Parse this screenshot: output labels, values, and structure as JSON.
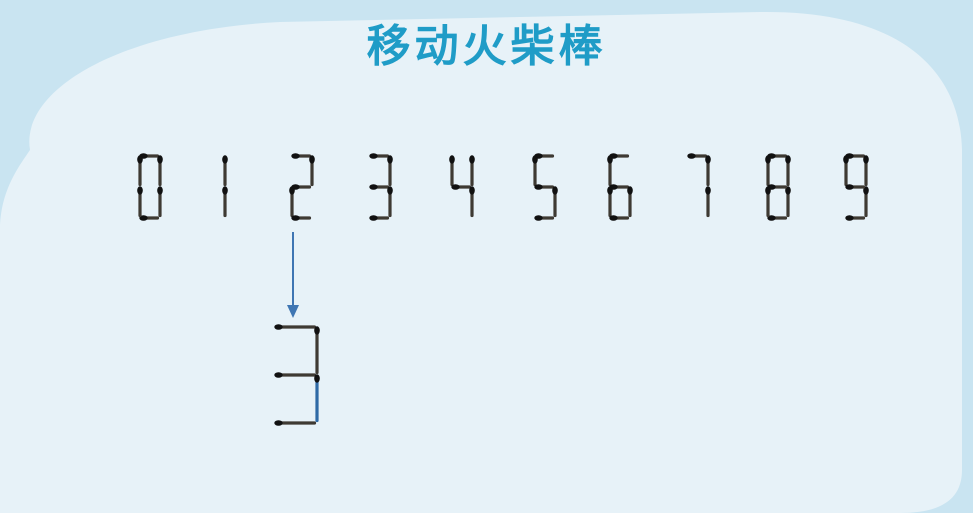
{
  "title": "移动火柴棒",
  "colors": {
    "background": "#c9e4f1",
    "panel": "#e7f2f8",
    "title": "#1f9cc7",
    "match_stick": "#3e3a33",
    "match_head": "#111111",
    "moved_match": "#2f6aa6",
    "arrow": "#3f76b3"
  },
  "digits": [
    {
      "value": "0",
      "segments": [
        "a",
        "b",
        "c",
        "d",
        "e",
        "f"
      ]
    },
    {
      "value": "1",
      "segments": [
        "b",
        "c"
      ]
    },
    {
      "value": "2",
      "segments": [
        "a",
        "b",
        "g",
        "e",
        "d"
      ]
    },
    {
      "value": "3",
      "segments": [
        "a",
        "b",
        "g",
        "c",
        "d"
      ]
    },
    {
      "value": "4",
      "segments": [
        "f",
        "g",
        "b",
        "c"
      ]
    },
    {
      "value": "5",
      "segments": [
        "a",
        "f",
        "g",
        "c",
        "d"
      ]
    },
    {
      "value": "6",
      "segments": [
        "a",
        "f",
        "g",
        "e",
        "d",
        "c"
      ]
    },
    {
      "value": "7",
      "segments": [
        "a",
        "b",
        "c"
      ]
    },
    {
      "value": "8",
      "segments": [
        "a",
        "b",
        "c",
        "d",
        "e",
        "f",
        "g"
      ]
    },
    {
      "value": "9",
      "segments": [
        "a",
        "b",
        "c",
        "d",
        "f",
        "g"
      ]
    }
  ],
  "transform": {
    "from_digit": "2",
    "result_digit": "3",
    "result_segments": [
      "a",
      "b",
      "g",
      "c",
      "d"
    ],
    "moved_segment": "c",
    "arrow_icon": "down-arrow-icon"
  }
}
